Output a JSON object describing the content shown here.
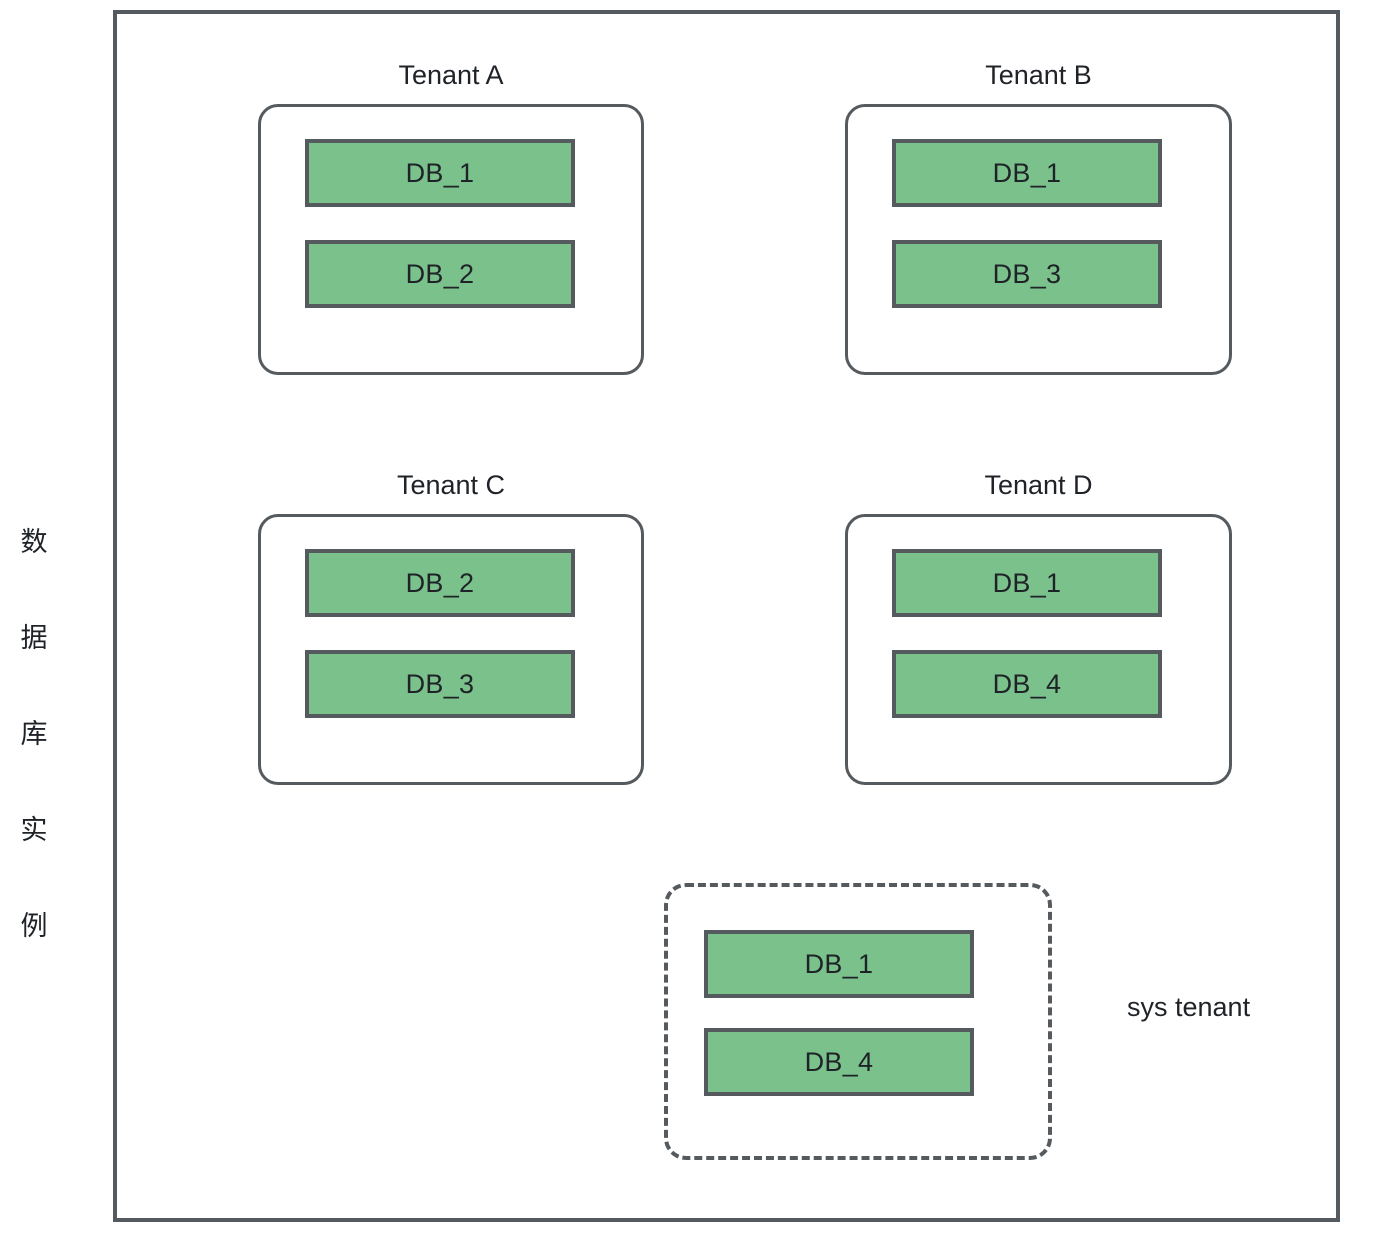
{
  "diagram": {
    "title_vertical": "数据库实例",
    "vertical_chars": [
      "数",
      "据",
      "库",
      "实",
      "例"
    ],
    "colors": {
      "db_fill": "#7ac18c",
      "stroke": "#555a5e",
      "text": "#1f2328",
      "background": "#ffffff"
    }
  },
  "tenants": [
    {
      "label": "Tenant A",
      "databases": [
        "DB_1",
        "DB_2"
      ]
    },
    {
      "label": "Tenant B",
      "databases": [
        "DB_1",
        "DB_3"
      ]
    },
    {
      "label": "Tenant C",
      "databases": [
        "DB_2",
        "DB_3"
      ]
    },
    {
      "label": "Tenant D",
      "databases": [
        "DB_1",
        "DB_4"
      ]
    }
  ],
  "sys_tenant": {
    "label": "sys tenant",
    "databases": [
      "DB_1",
      "DB_4"
    ],
    "border_style": "dashed"
  }
}
